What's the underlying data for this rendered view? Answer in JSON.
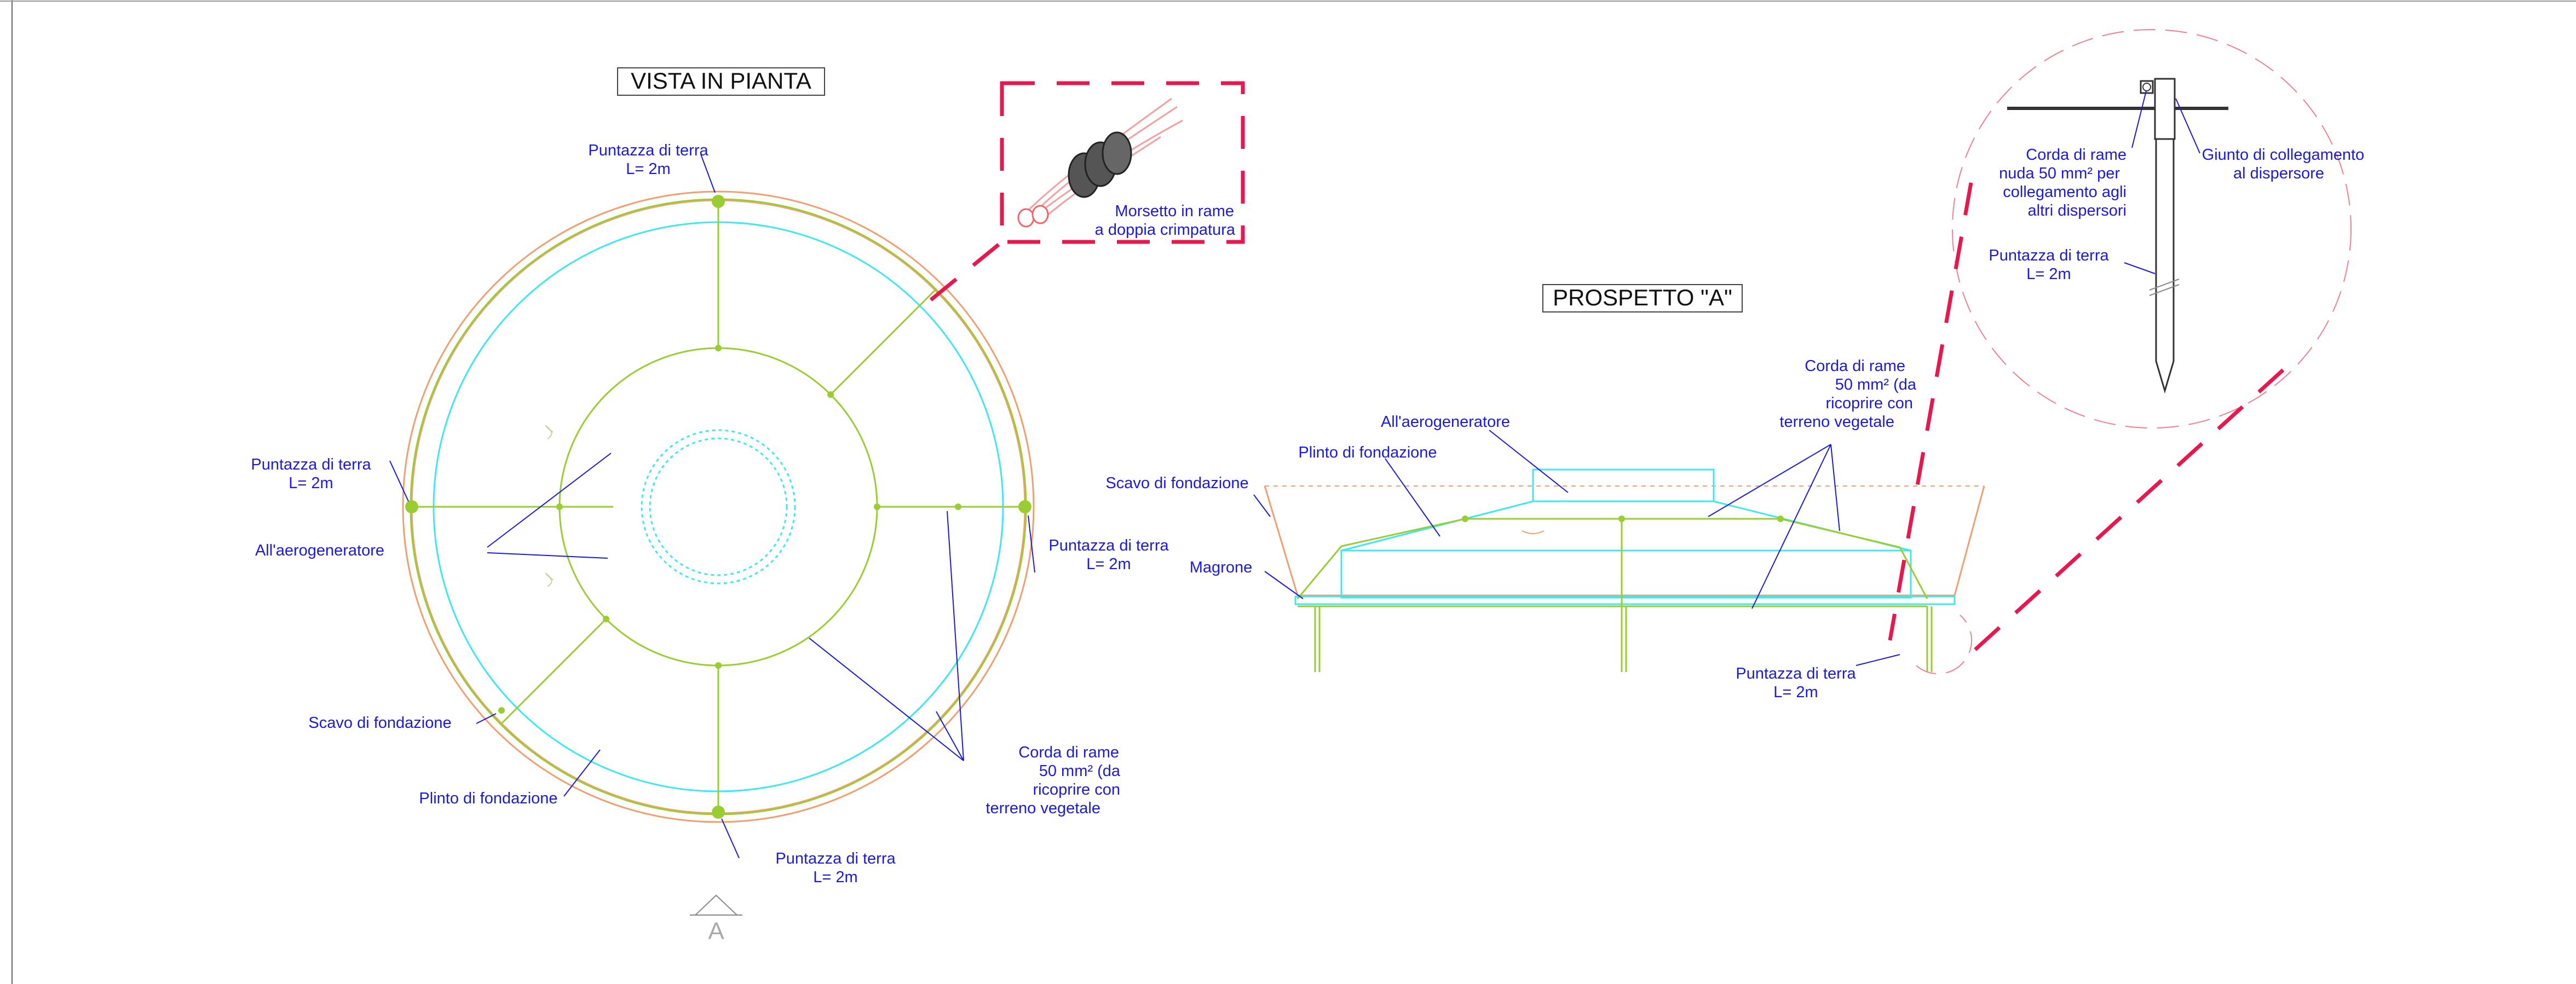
{
  "titles": {
    "plan_view": "VISTA IN PIANTA",
    "elevation_view": "PROSPETTO \"A\"",
    "section_mark": "A"
  },
  "plan_labels": {
    "earth_rod_top": [
      "Puntazza di terra",
      "L= 2m"
    ],
    "earth_rod_left": [
      "Puntazza di terra",
      "L= 2m"
    ],
    "earth_rod_right": [
      "Puntazza di terra",
      "L= 2m"
    ],
    "earth_rod_bottom": [
      "Puntazza di terra",
      "L= 2m"
    ],
    "to_turbine": "All'aerogeneratore",
    "excavation": "Scavo di fondazione",
    "plinth": "Plinto di fondazione",
    "copper_cord": [
      "Corda di rame",
      "50 mm² (da",
      "ricoprire con",
      "terreno vegetale"
    ],
    "clamp": [
      "Morsetto in rame",
      "a doppia crimpatura"
    ]
  },
  "elevation_labels": {
    "to_turbine": "All'aerogeneratore",
    "plinth": "Plinto di fondazione",
    "excavation": "Scavo di fondazione",
    "lean_concrete": "Magrone",
    "copper_cord": [
      "Corda di rame",
      "50 mm² (da",
      "ricoprire con",
      "terreno vegetale"
    ],
    "earth_rod": [
      "Puntazza di terra",
      "L= 2m"
    ]
  },
  "detail_labels": {
    "bare_copper_cord": [
      "Corda di rame",
      "nuda 50 mm² per",
      "collegamento agli",
      "altri dispersori"
    ],
    "joint": [
      "Giunto di collegamento",
      "al dispersore"
    ],
    "earth_rod": [
      "Puntazza di terra",
      "L= 2m"
    ]
  },
  "colors": {
    "annotation": "#1a1adb",
    "excavation": "#f0a070",
    "earthing": "#9acd32",
    "foundation": "#3ee8ee",
    "detail_callout": "#e8174d"
  }
}
